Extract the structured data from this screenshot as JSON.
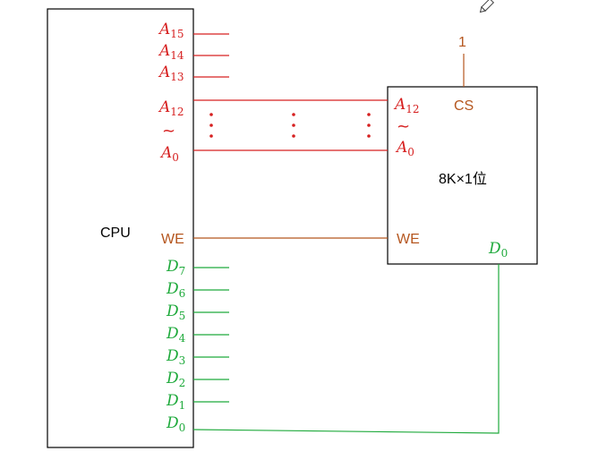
{
  "cpu": {
    "label": "CPU",
    "address_pins": [
      {
        "base": "A",
        "sub": "15"
      },
      {
        "base": "A",
        "sub": "14"
      },
      {
        "base": "A",
        "sub": "13"
      },
      {
        "base": "A",
        "sub": "12"
      },
      {
        "base": "A",
        "sub": "0"
      }
    ],
    "range_separator": "~",
    "we_label": "WE",
    "data_pins": [
      {
        "base": "D",
        "sub": "7"
      },
      {
        "base": "D",
        "sub": "6"
      },
      {
        "base": "D",
        "sub": "5"
      },
      {
        "base": "D",
        "sub": "4"
      },
      {
        "base": "D",
        "sub": "3"
      },
      {
        "base": "D",
        "sub": "2"
      },
      {
        "base": "D",
        "sub": "1"
      },
      {
        "base": "D",
        "sub": "0"
      }
    ]
  },
  "memory_chip": {
    "capacity_label": "8K×1位",
    "cs_label": "CS",
    "cs_value": "1",
    "address_top": {
      "base": "A",
      "sub": "12"
    },
    "address_bottom": {
      "base": "A",
      "sub": "0"
    },
    "range_separator": "~",
    "we_label": "WE",
    "data_pin": {
      "base": "D",
      "sub": "0"
    }
  },
  "colors": {
    "address": "#d62020",
    "data": "#1faa3c",
    "control": "#b5561e",
    "outline": "#000000"
  },
  "icons": [
    "pencil-icon"
  ]
}
